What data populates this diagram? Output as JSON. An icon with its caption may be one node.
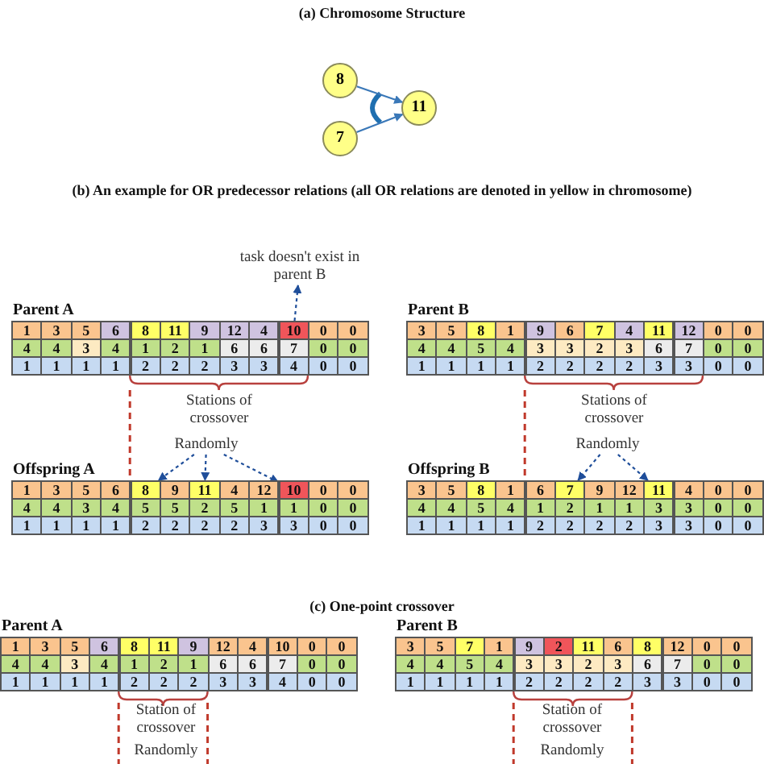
{
  "diagram": {
    "nodes": [
      {
        "text": [
          "8"
        ]
      },
      {
        "text": [
          "7"
        ]
      },
      {
        "text": [
          "11"
        ]
      },
      {
        "text": [
          "task doesn't exist in parent B"
        ]
      },
      {
        "text": [
          "10"
        ]
      },
      {
        "text": [
          "Randomly"
        ]
      },
      {
        "text": [
          "8"
        ]
      },
      {
        "text": [
          "11"
        ]
      },
      {
        "text": [
          "10"
        ]
      },
      {
        "text": [
          "Randomly"
        ]
      },
      {
        "text": [
          "7"
        ]
      },
      {
        "text": [
          "11"
        ]
      }
    ],
    "edges": [
      {
        "from": 0,
        "to": 2,
        "arrow": "to"
      },
      {
        "from": 1,
        "to": 2,
        "arrow": "to"
      },
      {
        "from": 4,
        "to": 3,
        "arrow": "to",
        "style": "dashed"
      },
      {
        "from": 5,
        "to": 6,
        "arrow": "to",
        "style": "dashed"
      },
      {
        "from": 5,
        "to": 7,
        "arrow": "to",
        "style": "dashed"
      },
      {
        "from": 5,
        "to": 8,
        "arrow": "to",
        "style": "dashed"
      },
      {
        "from": 9,
        "to": 10,
        "arrow": "to",
        "style": "dashed"
      },
      {
        "from": 9,
        "to": 11,
        "arrow": "to",
        "style": "dashed"
      }
    ],
    "labels": [
      "(a) Chromosome Structure",
      "(b) An example for OR predecessor relations (all OR relations are denoted in yellow in chromosome)",
      "Parent A",
      "1",
      "3",
      "5",
      "6",
      "8",
      "11",
      "9",
      "12",
      "4",
      "0",
      "0",
      "4",
      "4",
      "3",
      "4",
      "1",
      "2",
      "1",
      "6",
      "6",
      "7",
      "0",
      "0",
      "1",
      "1",
      "1",
      "1",
      "2",
      "2",
      "2",
      "3",
      "3",
      "4",
      "0",
      "0",
      "Parent B",
      "3",
      "5",
      "8",
      "1",
      "9",
      "6",
      "7",
      "4",
      "11",
      "12",
      "0",
      "0",
      "4",
      "4",
      "5",
      "4",
      "3",
      "3",
      "2",
      "3",
      "6",
      "7",
      "0",
      "0",
      "1",
      "1",
      "1",
      "1",
      "2",
      "2",
      "2",
      "2",
      "3",
      "3",
      "0",
      "0",
      "Stations of crossover",
      "Stations of crossover",
      "Offspring A",
      "1",
      "3",
      "5",
      "6",
      "9",
      "4",
      "12",
      "0",
      "0",
      "4",
      "4",
      "3",
      "4",
      "5",
      "5",
      "2",
      "5",
      "1",
      "1",
      "0",
      "0",
      "1",
      "1",
      "1",
      "1",
      "2",
      "2",
      "2",
      "2",
      "3",
      "3",
      "0",
      "0",
      "Offspring B",
      "3",
      "5",
      "8",
      "1",
      "6",
      "9",
      "12",
      "4",
      "0",
      "0",
      "4",
      "4",
      "5",
      "4",
      "1",
      "2",
      "1",
      "1",
      "3",
      "3",
      "0",
      "0",
      "1",
      "1",
      "1",
      "1",
      "2",
      "2",
      "2",
      "2",
      "3",
      "3",
      "0",
      "0",
      "(c) One-point crossover",
      "Parent A",
      "1",
      "3",
      "5",
      "6",
      "8",
      "11",
      "9",
      "12",
      "4",
      "10",
      "0",
      "0",
      "4",
      "4",
      "3",
      "4",
      "1",
      "2",
      "1",
      "6",
      "6",
      "7",
      "0",
      "0",
      "1",
      "1",
      "1",
      "1",
      "2",
      "2",
      "2",
      "3",
      "3",
      "4",
      "0",
      "0",
      "Parent B",
      "3",
      "5",
      "7",
      "1",
      "9",
      "2",
      "11",
      "6",
      "8",
      "12",
      "0",
      "0",
      "4",
      "4",
      "5",
      "4",
      "3",
      "3",
      "2",
      "3",
      "6",
      "7",
      "0",
      "0",
      "1",
      "1",
      "1",
      "1",
      "2",
      "2",
      "2",
      "2",
      "3",
      "3",
      "0",
      "0",
      "Station of crossover",
      "Station of crossover",
      "Randomly",
      "Randomly"
    ]
  }
}
